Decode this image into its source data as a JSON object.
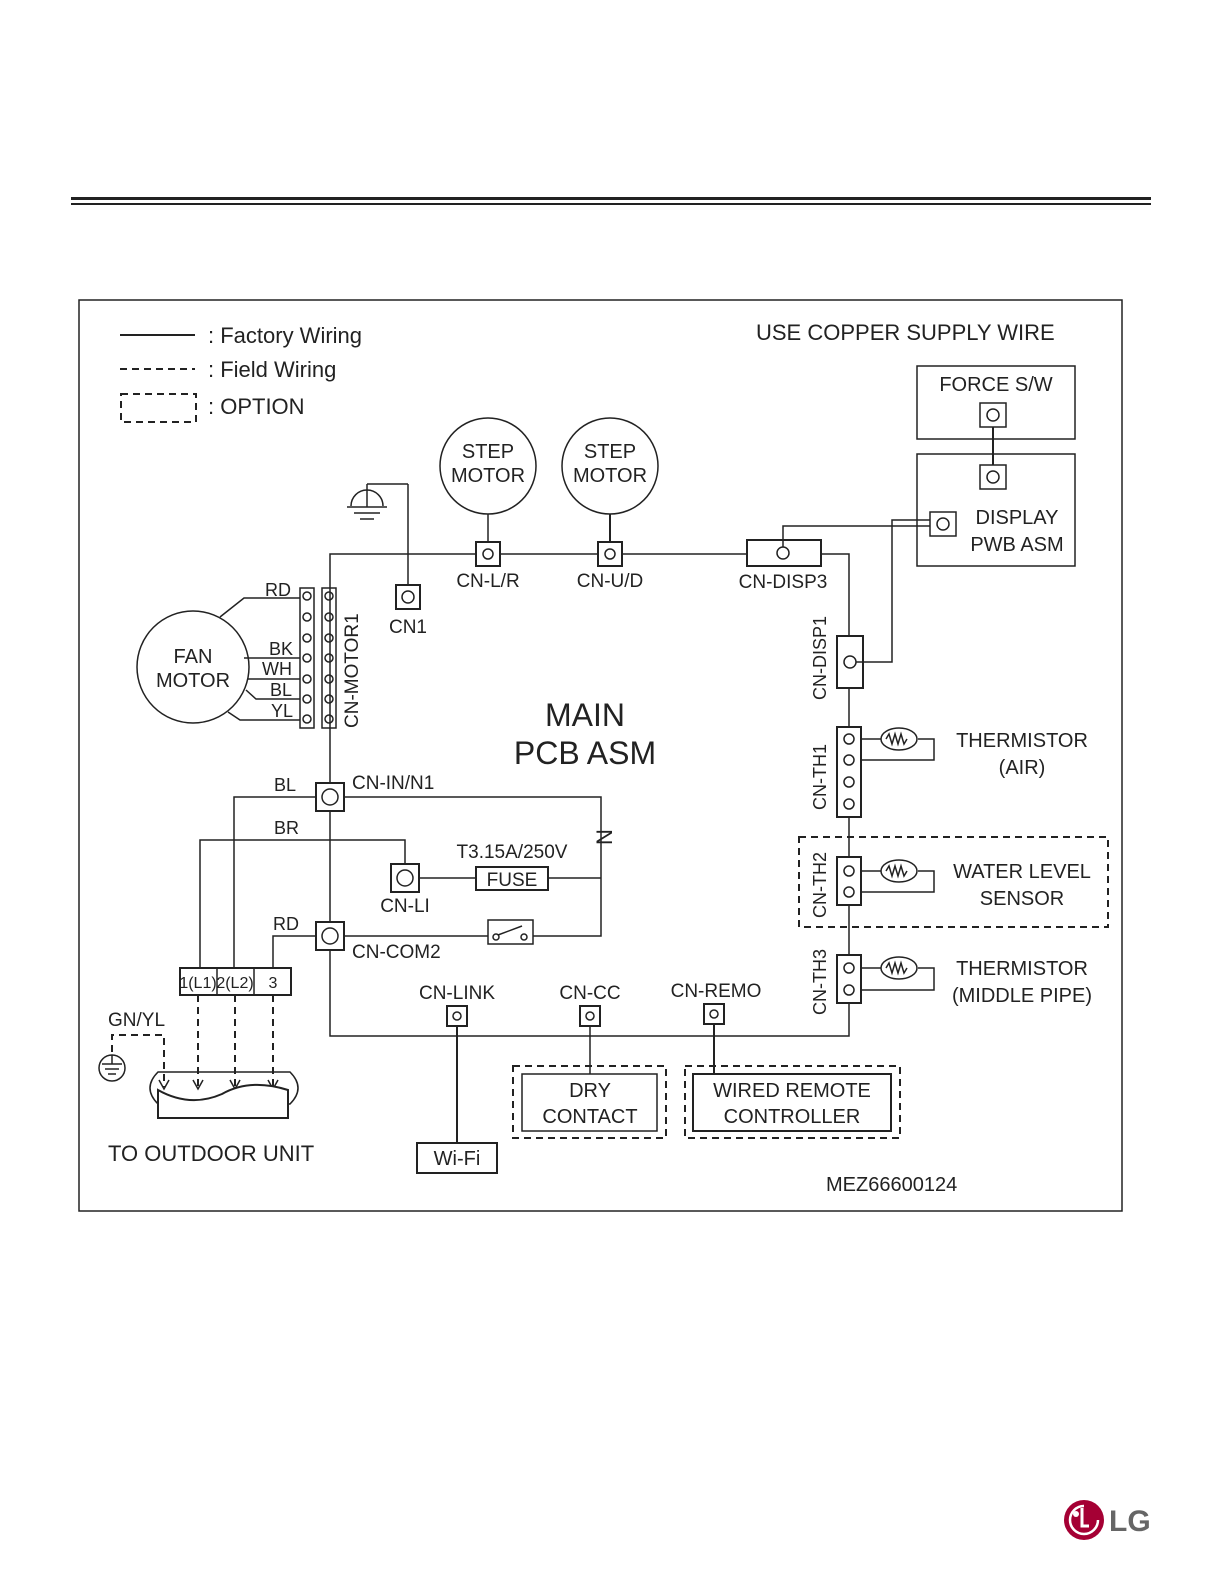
{
  "legend": {
    "factory": ": Factory Wiring",
    "field": ": Field Wiring",
    "option": ": OPTION"
  },
  "notice": "USE COPPER SUPPLY WIRE",
  "force_sw": "FORCE S/W",
  "display": {
    "line1": "DISPLAY",
    "line2": "PWB ASM"
  },
  "step_motor": {
    "line1": "STEP",
    "line2": "MOTOR"
  },
  "fan_motor": {
    "line1": "FAN",
    "line2": "MOTOR"
  },
  "main_pcb": {
    "line1": "MAIN",
    "line2": "PCB ASM"
  },
  "connectors": {
    "cn_lr": "CN-L/R",
    "cn_ud": "CN-U/D",
    "cn_disp3": "CN-DISP3",
    "cn1": "CN1",
    "cn_motor1": "CN-MOTOR1",
    "cn_disp1": "CN-DISP1",
    "cn_th1": "CN-TH1",
    "cn_th2": "CN-TH2",
    "cn_th3": "CN-TH3",
    "cn_in_n1": "CN-IN/N1",
    "cn_li": "CN-LI",
    "cn_com2": "CN-COM2",
    "cn_link": "CN-LINK",
    "cn_cc": "CN-CC",
    "cn_remo": "CN-REMO"
  },
  "wires": {
    "rd": "RD",
    "bk": "BK",
    "wh": "WH",
    "bl": "BL",
    "yl": "YL",
    "br": "BR",
    "gnyl": "GN/YL"
  },
  "fuse": {
    "rating": "T3.15A/250V",
    "label": "FUSE"
  },
  "neutral_mark": "N",
  "thermistor_air": {
    "line1": "THERMISTOR",
    "line2": "(AIR)"
  },
  "water_level": {
    "line1": "WATER LEVEL",
    "line2": "SENSOR"
  },
  "thermistor_pipe": {
    "line1": "THERMISTOR",
    "line2": "(MIDDLE PIPE)"
  },
  "terminal": {
    "t1": "1(L1)",
    "t2": "2(L2)",
    "t3": "3"
  },
  "outdoor": "TO OUTDOOR UNIT",
  "dry_contact": {
    "line1": "DRY",
    "line2": "CONTACT"
  },
  "wired_remote": {
    "line1": "WIRED REMOTE",
    "line2": "CONTROLLER"
  },
  "wifi": "Wi-Fi",
  "part_number": "MEZ66600124",
  "brand": "LG",
  "colors": {
    "logo_red": "#a50034",
    "line": "#222222"
  }
}
